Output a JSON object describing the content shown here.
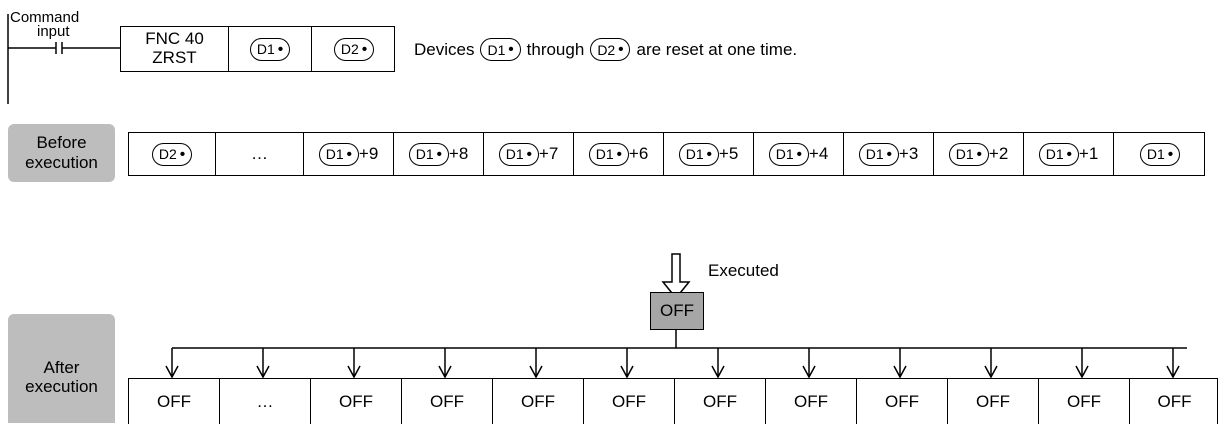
{
  "ladder": {
    "command_label_line1": "Command",
    "command_label_line2": "input",
    "fnc_line1": "FNC 40",
    "fnc_line2": "ZRST",
    "operand1": "D1",
    "operand2": "D2",
    "dot": "•"
  },
  "description": {
    "prefix": "Devices",
    "d1": "D1",
    "middle": "through",
    "d2": "D2",
    "suffix": "are reset at one time."
  },
  "before": {
    "label_line1": "Before",
    "label_line2": "execution",
    "cells": [
      {
        "device": "D2",
        "suffix": ""
      },
      {
        "device": "",
        "suffix": "…"
      },
      {
        "device": "D1",
        "suffix": "+9"
      },
      {
        "device": "D1",
        "suffix": "+8"
      },
      {
        "device": "D1",
        "suffix": "+7"
      },
      {
        "device": "D1",
        "suffix": "+6"
      },
      {
        "device": "D1",
        "suffix": "+5"
      },
      {
        "device": "D1",
        "suffix": "+4"
      },
      {
        "device": "D1",
        "suffix": "+3"
      },
      {
        "device": "D1",
        "suffix": "+2"
      },
      {
        "device": "D1",
        "suffix": "+1"
      },
      {
        "device": "D1",
        "suffix": ""
      }
    ]
  },
  "executed_label": "Executed",
  "off_source": "OFF",
  "after": {
    "label_line1": "After",
    "label_line2": "execution",
    "cells": [
      "OFF",
      "…",
      "OFF",
      "OFF",
      "OFF",
      "OFF",
      "OFF",
      "OFF",
      "OFF",
      "OFF",
      "OFF",
      "OFF"
    ]
  },
  "colors": {
    "label_background": "#bdbdbd",
    "off_box_fill": "#a6a6a6"
  }
}
